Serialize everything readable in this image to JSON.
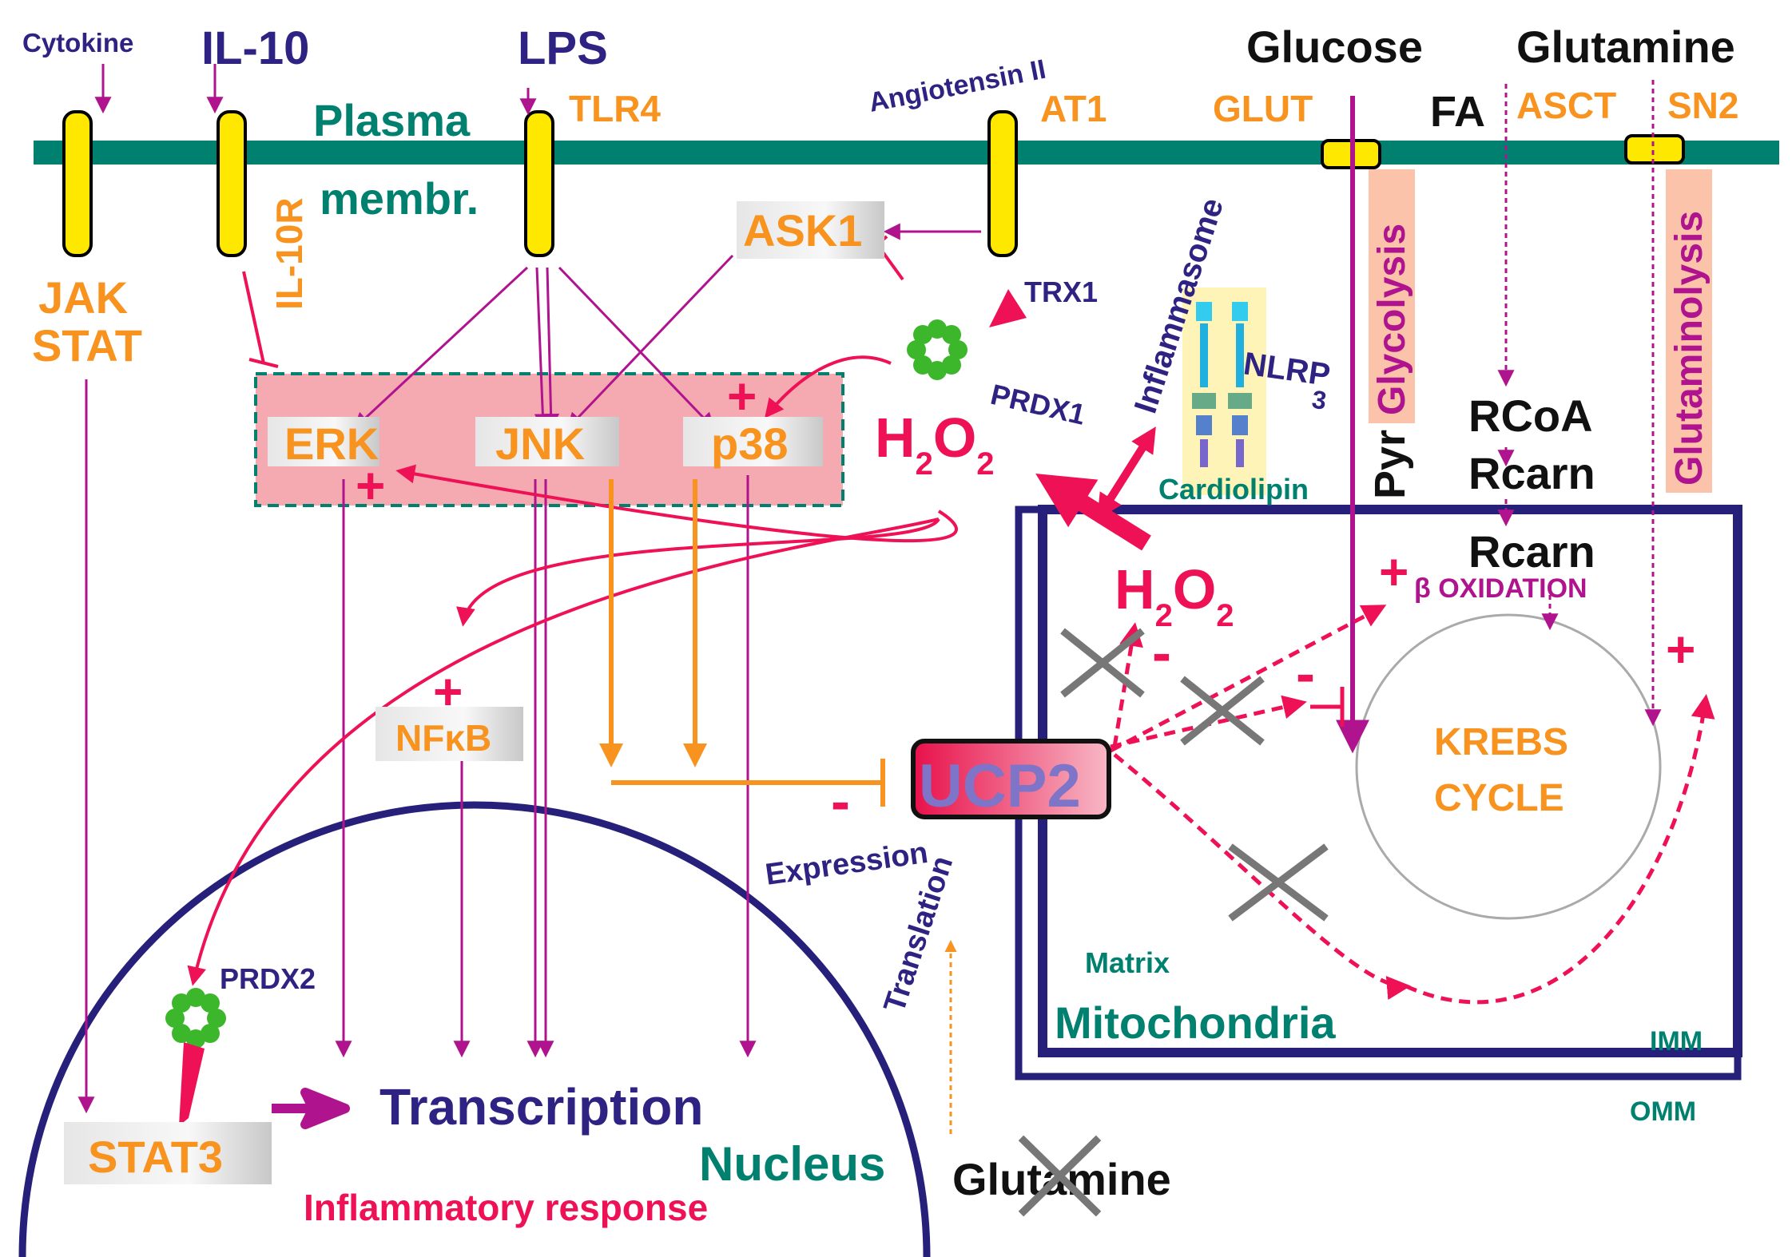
{
  "colors": {
    "teal": "#008070",
    "navy": "#2E2383",
    "orange": "#F7931E",
    "red": "#EE1155",
    "magenta": "#B0138E",
    "yellow": "#FFE800",
    "green": "#3CB62A",
    "grey": "#808080",
    "pinkbox": "#F5A9B0",
    "mito": "#27207A"
  },
  "receptors": {
    "cytokine": "Cytokine",
    "il10": "IL-10",
    "lps": "LPS",
    "angiotensin": "Angiotensin II",
    "glucose": "Glucose",
    "glutamine": "Glutamine",
    "tlr4": "TLR4",
    "at1": "AT1",
    "glut": "GLUT",
    "fa": "FA",
    "asct": "ASCT",
    "sn2": "SN2",
    "il10r": "IL-10R"
  },
  "membrane": {
    "plasma": "Plasma",
    "membr": "membr."
  },
  "signaling": {
    "jak": "JAK",
    "stat": "STAT",
    "ask1": "ASK1",
    "trx1": "TRX1",
    "prdx1": "PRDX1",
    "prdx2": "PRDX2",
    "erk": "ERK",
    "jnk": "JNK",
    "p38": "p38",
    "nfkb": "NFκB",
    "stat3": "STAT3",
    "plus": "+",
    "minus": "-"
  },
  "h2o2": {
    "h": "H",
    "two": "2",
    "o": "O"
  },
  "mito": {
    "inflammasome": "Inflammasome",
    "nlrp": "NLRP",
    "nlrp_sub": "3",
    "cardiolipin": "Cardiolipin",
    "glycolysis": "Glycolysis",
    "glutaminolysis": "Glutaminolysis",
    "pyr": "Pyr",
    "rcoa": "RCoA",
    "rcarn": "Rcarn",
    "beta": "β OXIDATION",
    "krebs1": "KREBS",
    "krebs2": "CYCLE",
    "ucp2": "UCP2",
    "matrix": "Matrix",
    "mitochondria": "Mitochondria",
    "imm": "IMM",
    "omm": "OMM"
  },
  "nucleus": {
    "expression": "Expression",
    "translation": "Translation",
    "transcription": "Transcription",
    "nucleus": "Nucleus",
    "inflammatory": "Inflammatory response",
    "glutamine": "Glutamine"
  }
}
